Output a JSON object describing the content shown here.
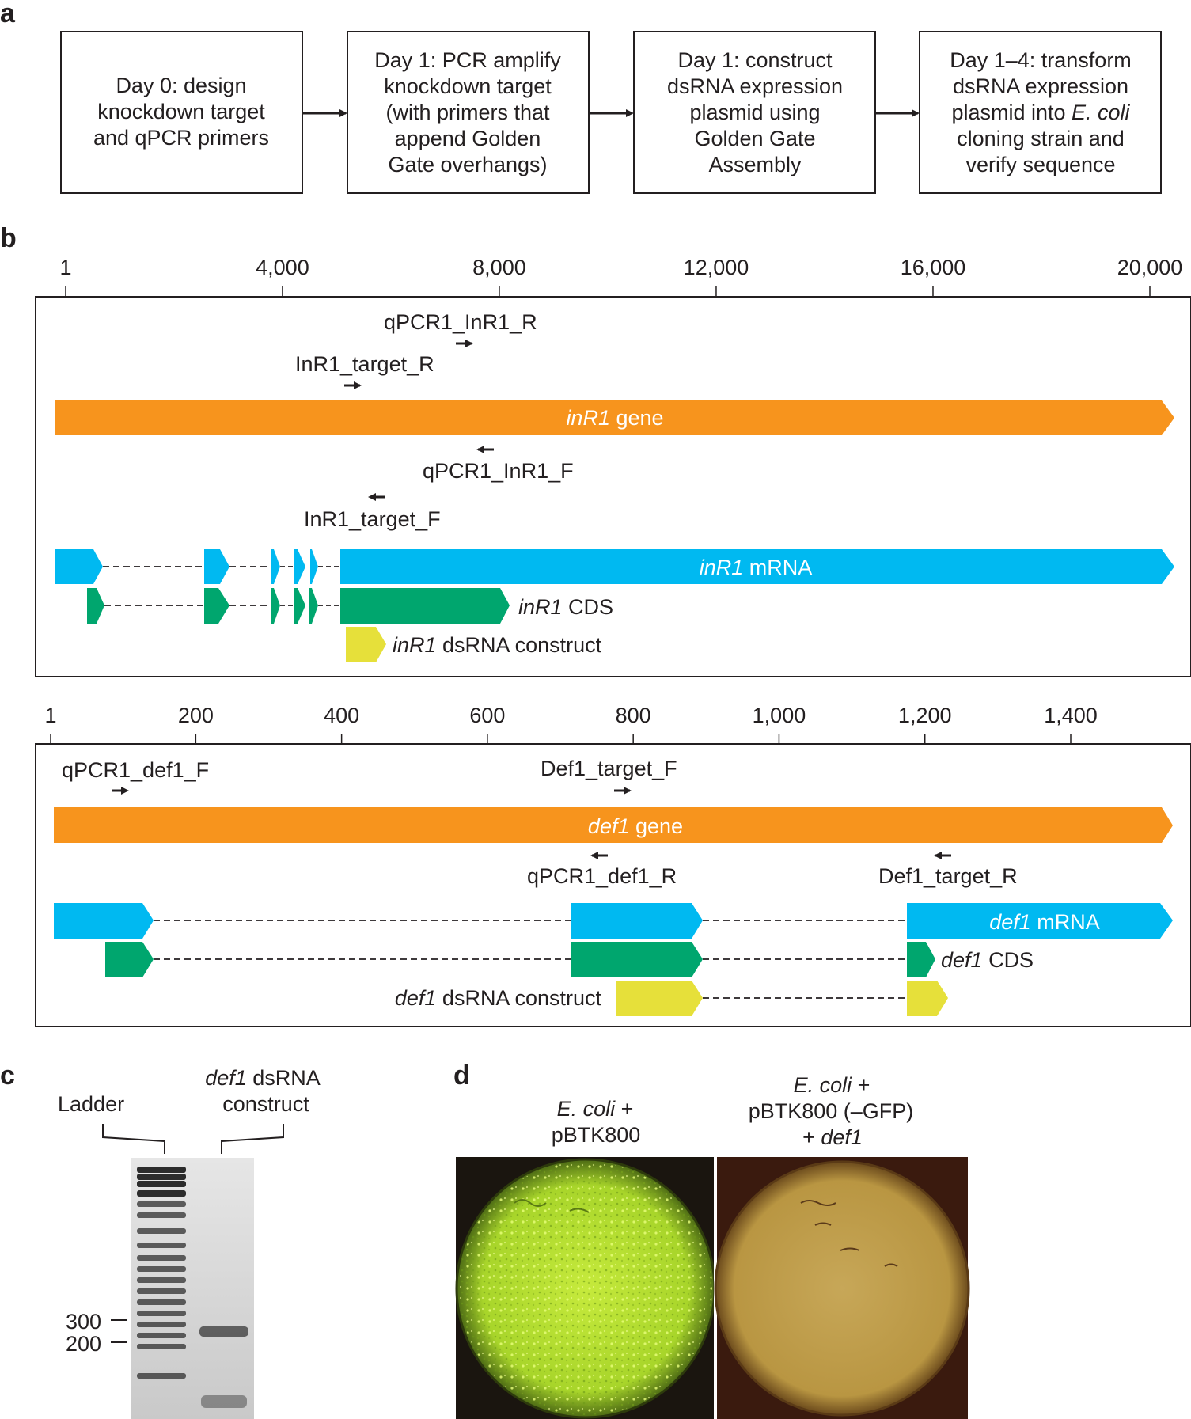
{
  "panel_labels": {
    "a": "a",
    "b": "b",
    "c": "c",
    "d": "d"
  },
  "panel_a": {
    "steps": [
      {
        "lines": [
          "Day 0: design",
          "knockdown target",
          "and qPCR primers"
        ]
      },
      {
        "lines": [
          "Day 1: PCR amplify",
          "knockdown target",
          "(with primers that",
          "append Golden",
          "Gate overhangs)"
        ]
      },
      {
        "lines": [
          "Day 1: construct",
          "dsRNA expression",
          "plasmid using",
          "Golden Gate",
          "Assembly"
        ]
      },
      {
        "lines": [
          "Day 1–4: transform",
          "dsRNA expression",
          "plasmid into ",
          "cloning strain and",
          "verify sequence"
        ],
        "italic_tail": "E. coli"
      }
    ]
  },
  "panel_b_top": {
    "ticks": [
      "1",
      "4,000",
      "8,000",
      "12,000",
      "16,000",
      "20,000"
    ],
    "tick_values": [
      1,
      4000,
      8000,
      12000,
      16000,
      20000
    ],
    "primers": {
      "qpcr_r": "qPCR1_InR1_R",
      "target_r": "InR1_target_R",
      "qpcr_f": "qPCR1_InR1_F",
      "target_f": "InR1_target_F"
    },
    "gene_label_it": "inR1",
    "gene_label": " gene",
    "mrna_label_it": "inR1",
    "mrna_label": " mRNA",
    "cds_label_it": "inR1",
    "cds_label": " CDS",
    "dsrna_label_it": "inR1",
    "dsrna_label": " dsRNA construct"
  },
  "panel_b_bottom": {
    "ticks": [
      "1",
      "200",
      "400",
      "600",
      "800",
      "1,000",
      "1,200",
      "1,400"
    ],
    "tick_values": [
      1,
      200,
      400,
      600,
      800,
      1000,
      1200,
      1400
    ],
    "primers": {
      "qpcr_f": "qPCR1_def1_F",
      "target_f": "Def1_target_F",
      "qpcr_r": "qPCR1_def1_R",
      "target_r": "Def1_target_R"
    },
    "gene_label_it": "def1",
    "gene_label": " gene",
    "mrna_label_it": "def1",
    "mrna_label": " mRNA",
    "cds_label_it": "def1",
    "cds_label": " CDS",
    "dsrna_label_it": "def1",
    "dsrna_label": " dsRNA construct"
  },
  "panel_c": {
    "ladder_label": "Ladder",
    "lane_label_it": "def1",
    "lane_label": " dsRNA",
    "lane_label2": "construct",
    "marker_300": "300",
    "marker_200": "200"
  },
  "panel_d": {
    "left_line1_it": "E. coli",
    "left_line1": " +",
    "left_line2": "pBTK800",
    "right_line1_it": "E. coli",
    "right_line1": " +",
    "right_line2": "pBTK800 (–GFP)",
    "right_line3": "+ ",
    "right_line3_it": "def1"
  },
  "colors": {
    "gene": "#f7941d",
    "mrna": "#00b9f1",
    "cds": "#00a66e",
    "dsrna": "#e6e03a",
    "text": "#231f20"
  }
}
